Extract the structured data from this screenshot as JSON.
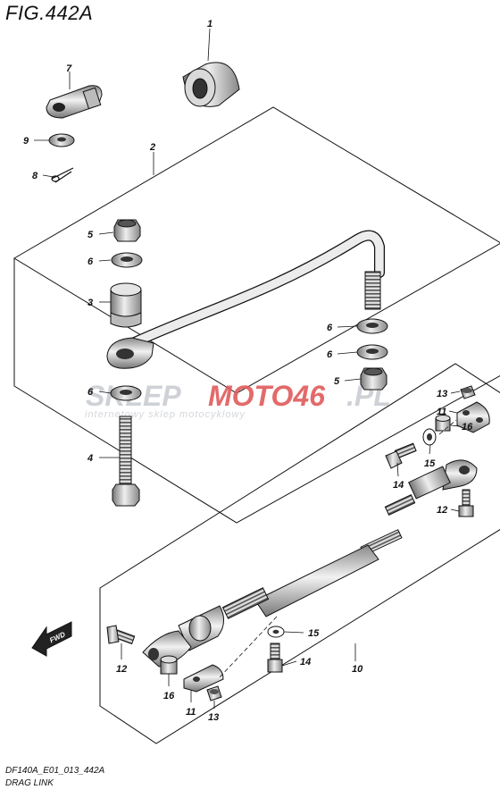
{
  "figure": {
    "title": "FIG.442A",
    "code": "DF140A_E01_013_442A",
    "name": "DRAG LINK"
  },
  "watermark": {
    "part1": "SKLEP",
    "part2": "MOTO46",
    "part3": ".PL",
    "tagline": "internetowy sklep motocyklowy",
    "color_gray": "#c9cdd2",
    "color_red": "#e05a5a"
  },
  "direction": {
    "label": "FWD",
    "icon": "fwd-arrow-icon"
  },
  "callouts": [
    {
      "id": "c-1",
      "label": "1"
    },
    {
      "id": "c-7",
      "label": "7"
    },
    {
      "id": "c-9",
      "label": "9"
    },
    {
      "id": "c-8",
      "label": "8"
    },
    {
      "id": "c-2",
      "label": "2"
    },
    {
      "id": "c-5a",
      "label": "5"
    },
    {
      "id": "c-6a",
      "label": "6"
    },
    {
      "id": "c-3",
      "label": "3"
    },
    {
      "id": "c-6b",
      "label": "6"
    },
    {
      "id": "c-6c",
      "label": "6"
    },
    {
      "id": "c-6d",
      "label": "6"
    },
    {
      "id": "c-5b",
      "label": "5"
    },
    {
      "id": "c-4",
      "label": "4"
    },
    {
      "id": "c-13a",
      "label": "13"
    },
    {
      "id": "c-11a",
      "label": "11"
    },
    {
      "id": "c-16a",
      "label": "16"
    },
    {
      "id": "c-15a",
      "label": "15"
    },
    {
      "id": "c-14a",
      "label": "14"
    },
    {
      "id": "c-12a",
      "label": "12"
    },
    {
      "id": "c-15b",
      "label": "15"
    },
    {
      "id": "c-14b",
      "label": "14"
    },
    {
      "id": "c-10",
      "label": "10"
    },
    {
      "id": "c-12b",
      "label": "12"
    },
    {
      "id": "c-16b",
      "label": "16"
    },
    {
      "id": "c-11b",
      "label": "11"
    },
    {
      "id": "c-13b",
      "label": "13"
    }
  ]
}
